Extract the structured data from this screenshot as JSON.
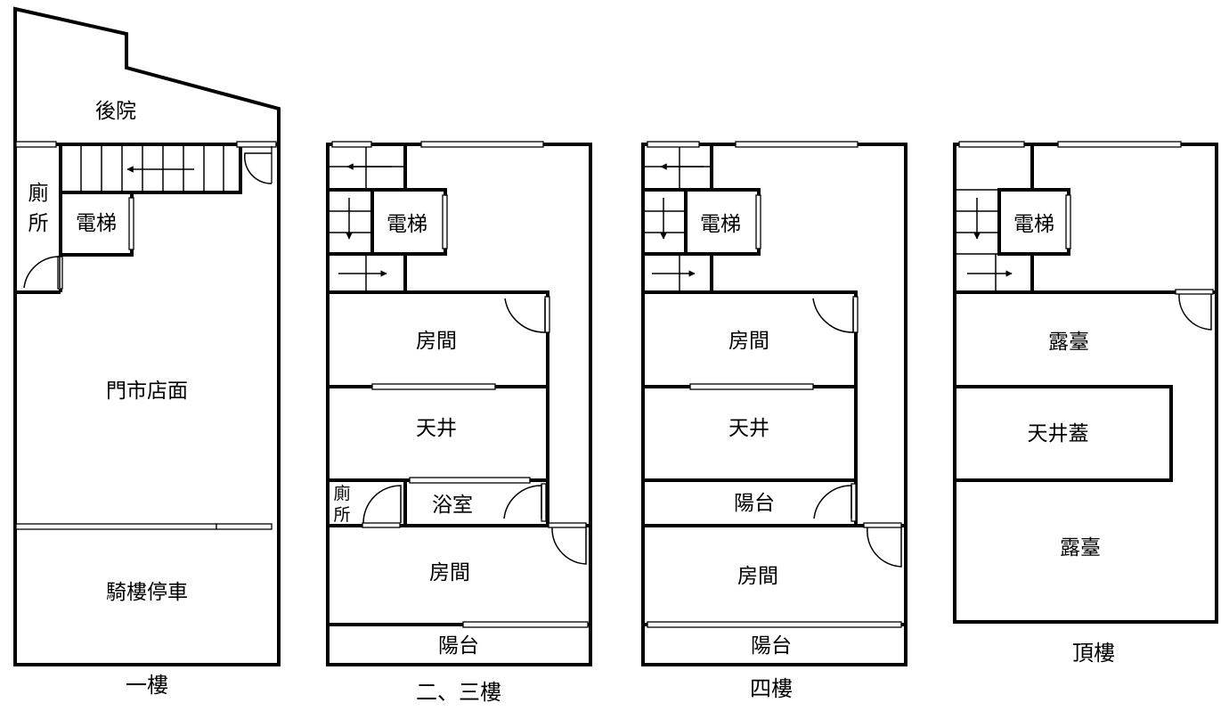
{
  "floor1": {
    "caption": "一樓",
    "backyard": "後院",
    "toilet_line1": "廁",
    "toilet_line2": "所",
    "elevator": "電梯",
    "store": "門市店面",
    "parking": "騎樓停車"
  },
  "floor23": {
    "caption": "二、三樓",
    "elevator": "電梯",
    "room1": "房間",
    "lightwell": "天井",
    "toilet_line1": "廁",
    "toilet_line2": "所",
    "bathroom": "浴室",
    "room2": "房間",
    "balcony": "陽台"
  },
  "floor4": {
    "caption": "四樓",
    "elevator": "電梯",
    "room1": "房間",
    "lightwell": "天井",
    "balcony_mid": "陽台",
    "room2": "房間",
    "balcony": "陽台"
  },
  "roof": {
    "caption": "頂樓",
    "elevator": "電梯",
    "terrace1": "露臺",
    "lightwell_cover": "天井蓋",
    "terrace2": "露臺"
  }
}
